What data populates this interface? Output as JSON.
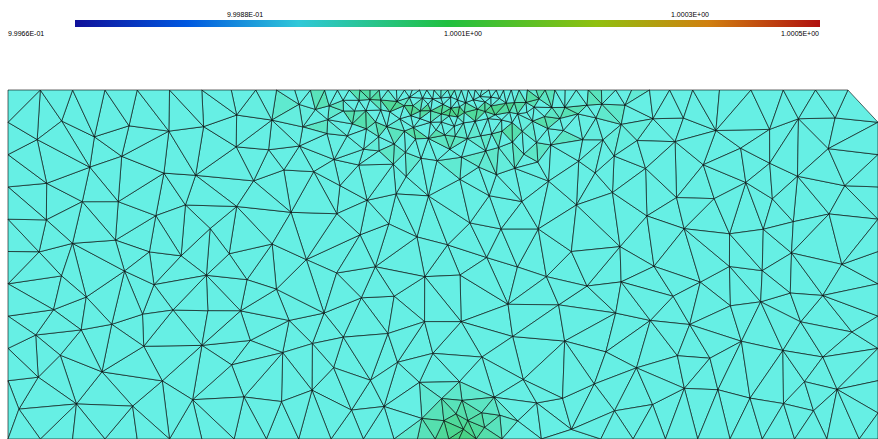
{
  "diagram": {
    "labels": [
      "9.9966E-01",
      "9.9988E-01",
      "1.0001E+00",
      "1.0003E+00",
      "1.0005E+00"
    ]
  }
}
